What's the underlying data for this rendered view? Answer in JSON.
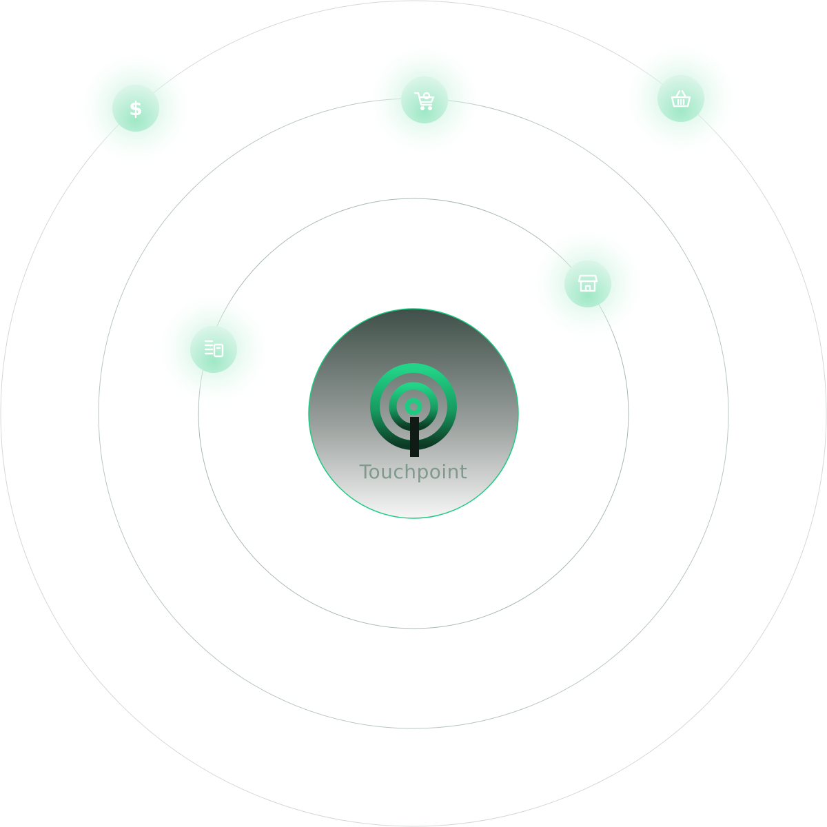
{
  "hub": {
    "brand_name": "Touchpoint",
    "logo_icon": "touchpoint-signal-logo-icon"
  },
  "orbits": [
    {
      "name": "outer-orbit"
    },
    {
      "name": "middle-orbit"
    },
    {
      "name": "inner-orbit"
    }
  ],
  "nodes": [
    {
      "name": "dollar-node",
      "icon": "dollar-icon"
    },
    {
      "name": "cart-node",
      "icon": "shopping-cart-icon"
    },
    {
      "name": "basket-node",
      "icon": "basket-icon"
    },
    {
      "name": "store-node",
      "icon": "storefront-icon"
    },
    {
      "name": "receipt-node",
      "icon": "receipt-icon"
    }
  ],
  "colors": {
    "accent": "#1fcb83",
    "orbit_stroke": "#c8d2ce",
    "hub_top": "#3f4f49",
    "hub_bottom": "#f4f4f4",
    "brand_text": "#7f9a8d",
    "logo_dark": "#0f2018"
  }
}
